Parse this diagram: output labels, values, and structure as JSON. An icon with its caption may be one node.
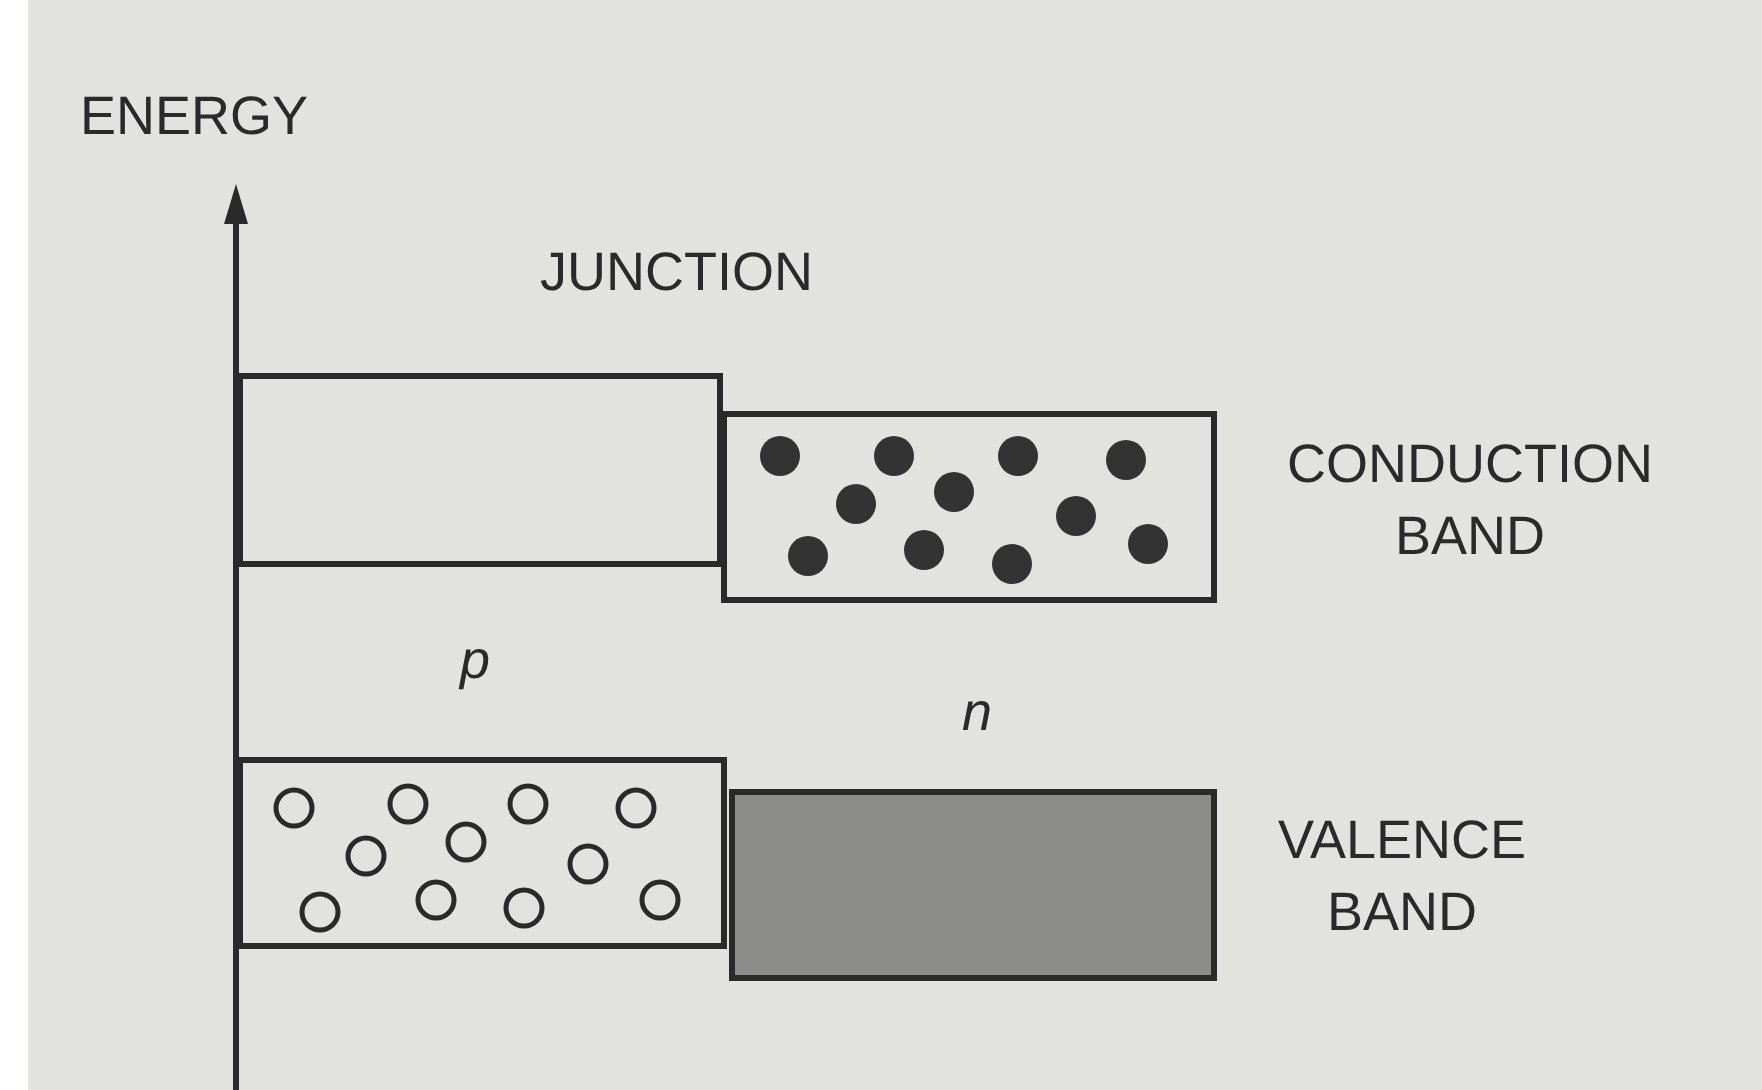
{
  "diagram": {
    "labels": [
      "ENERGY",
      "JUNCTION",
      "CONDUCTION BAND",
      "p",
      "n",
      "VALENCE BAND"
    ]
  }
}
